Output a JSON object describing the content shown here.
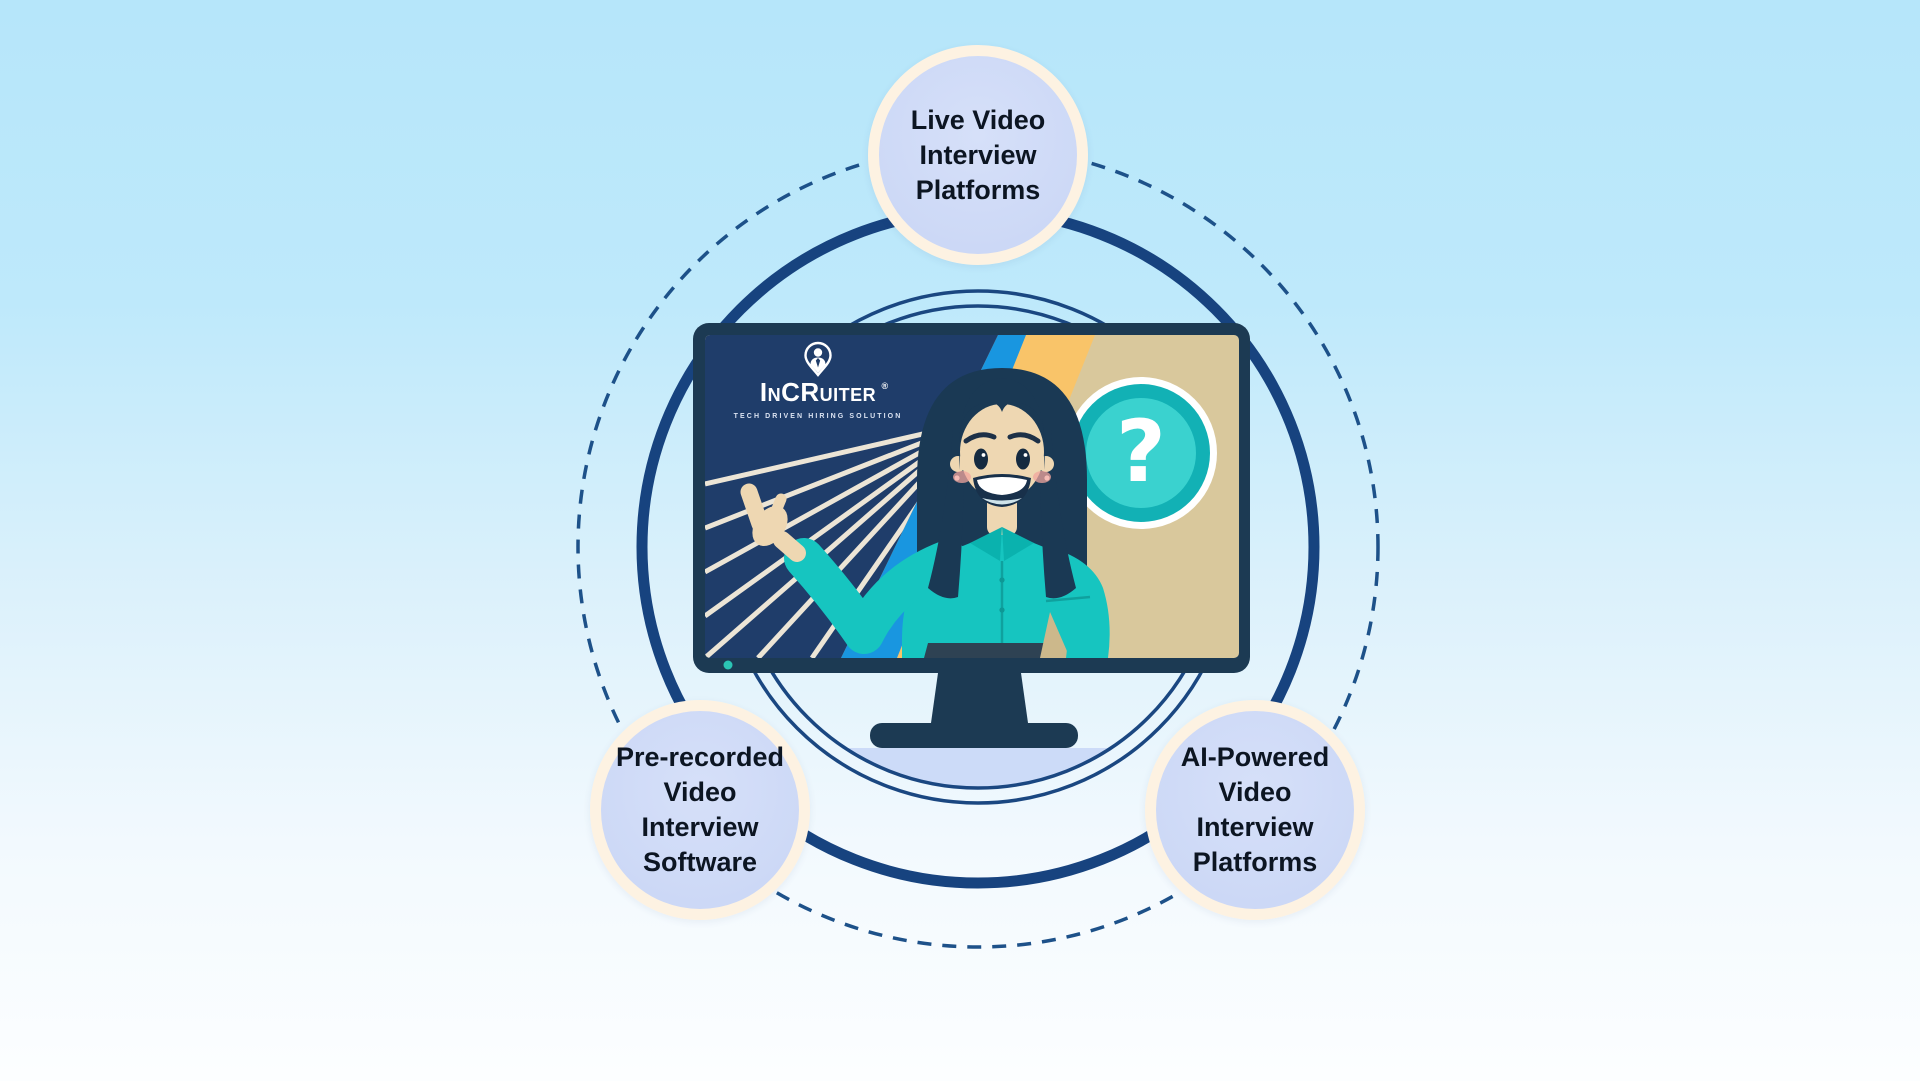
{
  "bubbles": {
    "top": {
      "label": "Live Video Interview Platforms"
    },
    "bottom_left": {
      "label": "Pre-recorded Video Interview Software"
    },
    "bottom_right": {
      "label": "AI-Powered Video Interview Platforms"
    }
  },
  "monitor": {
    "logo": {
      "brand": "InCRuiter",
      "registered_mark": "®",
      "tagline": "TECH DRIVEN HIRING SOLUTION",
      "icon": "location-pin-person-icon"
    },
    "question_badge": {
      "glyph": "?"
    }
  },
  "colors": {
    "background_top": "#b6e6fa",
    "background_bottom": "#fcfeff",
    "orbit_solid_navy": "#17437f",
    "orbit_dashed_navy": "#1d5189",
    "inner_ring_navy": "#1a4781",
    "platform_lavender": "#ccdbf8",
    "bubble_fill": "#ccd8f6",
    "bubble_border": "#fdf2e2",
    "bubble_text": "#0c1522",
    "monitor_frame": "#1c3a53",
    "screen_navy": "#1f3d6a",
    "screen_blue": "#1996e0",
    "screen_orange": "#f9c469",
    "screen_tan": "#d9c89c",
    "screen_rays_cream": "#ece5d6",
    "shirt_teal": "#16c5c0",
    "collar_teal_dark": "#0ab2ae",
    "badge_ring_teal": "#12b1b5",
    "badge_inner_teal": "#3ad2cf",
    "skin": "#eed7b2",
    "hair_navy": "#1a3954",
    "power_led_teal": "#2bc4b4",
    "desk_slate": "#2e4253"
  }
}
